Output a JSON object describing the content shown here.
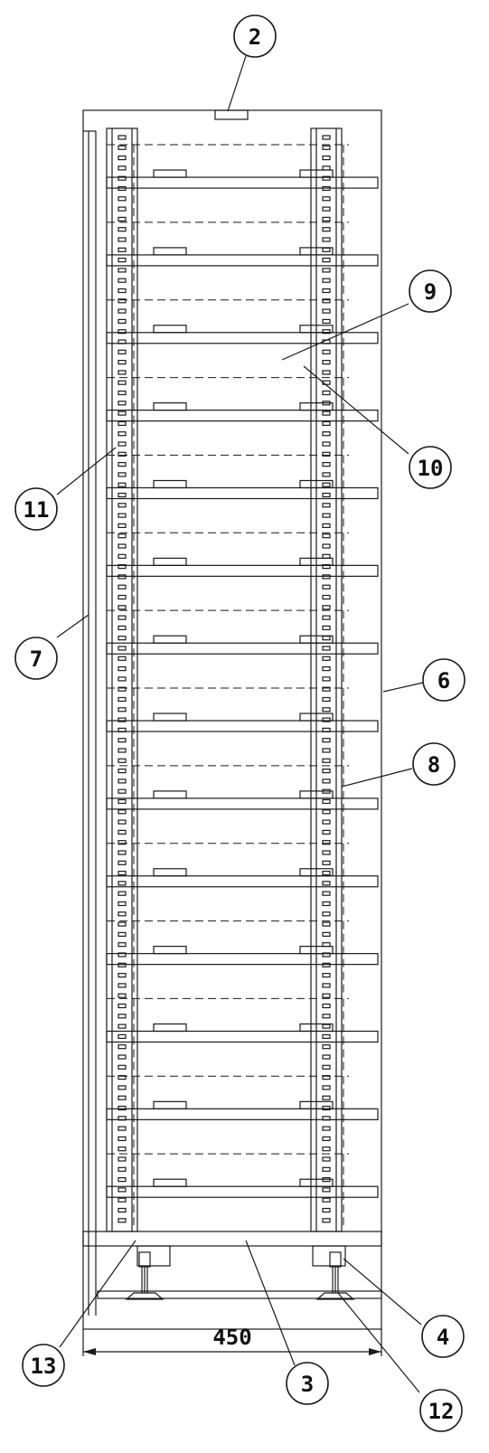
{
  "dimension": {
    "width_label": "450"
  },
  "callouts": [
    {
      "id": "c2",
      "label": "2"
    },
    {
      "id": "c9",
      "label": "9"
    },
    {
      "id": "c10",
      "label": "10"
    },
    {
      "id": "c11",
      "label": "11"
    },
    {
      "id": "c7",
      "label": "7"
    },
    {
      "id": "c6",
      "label": "6"
    },
    {
      "id": "c8",
      "label": "8"
    },
    {
      "id": "c4",
      "label": "4"
    },
    {
      "id": "c13",
      "label": "13"
    },
    {
      "id": "c3",
      "label": "3"
    },
    {
      "id": "c12",
      "label": "12"
    }
  ],
  "shelf_count": 14
}
